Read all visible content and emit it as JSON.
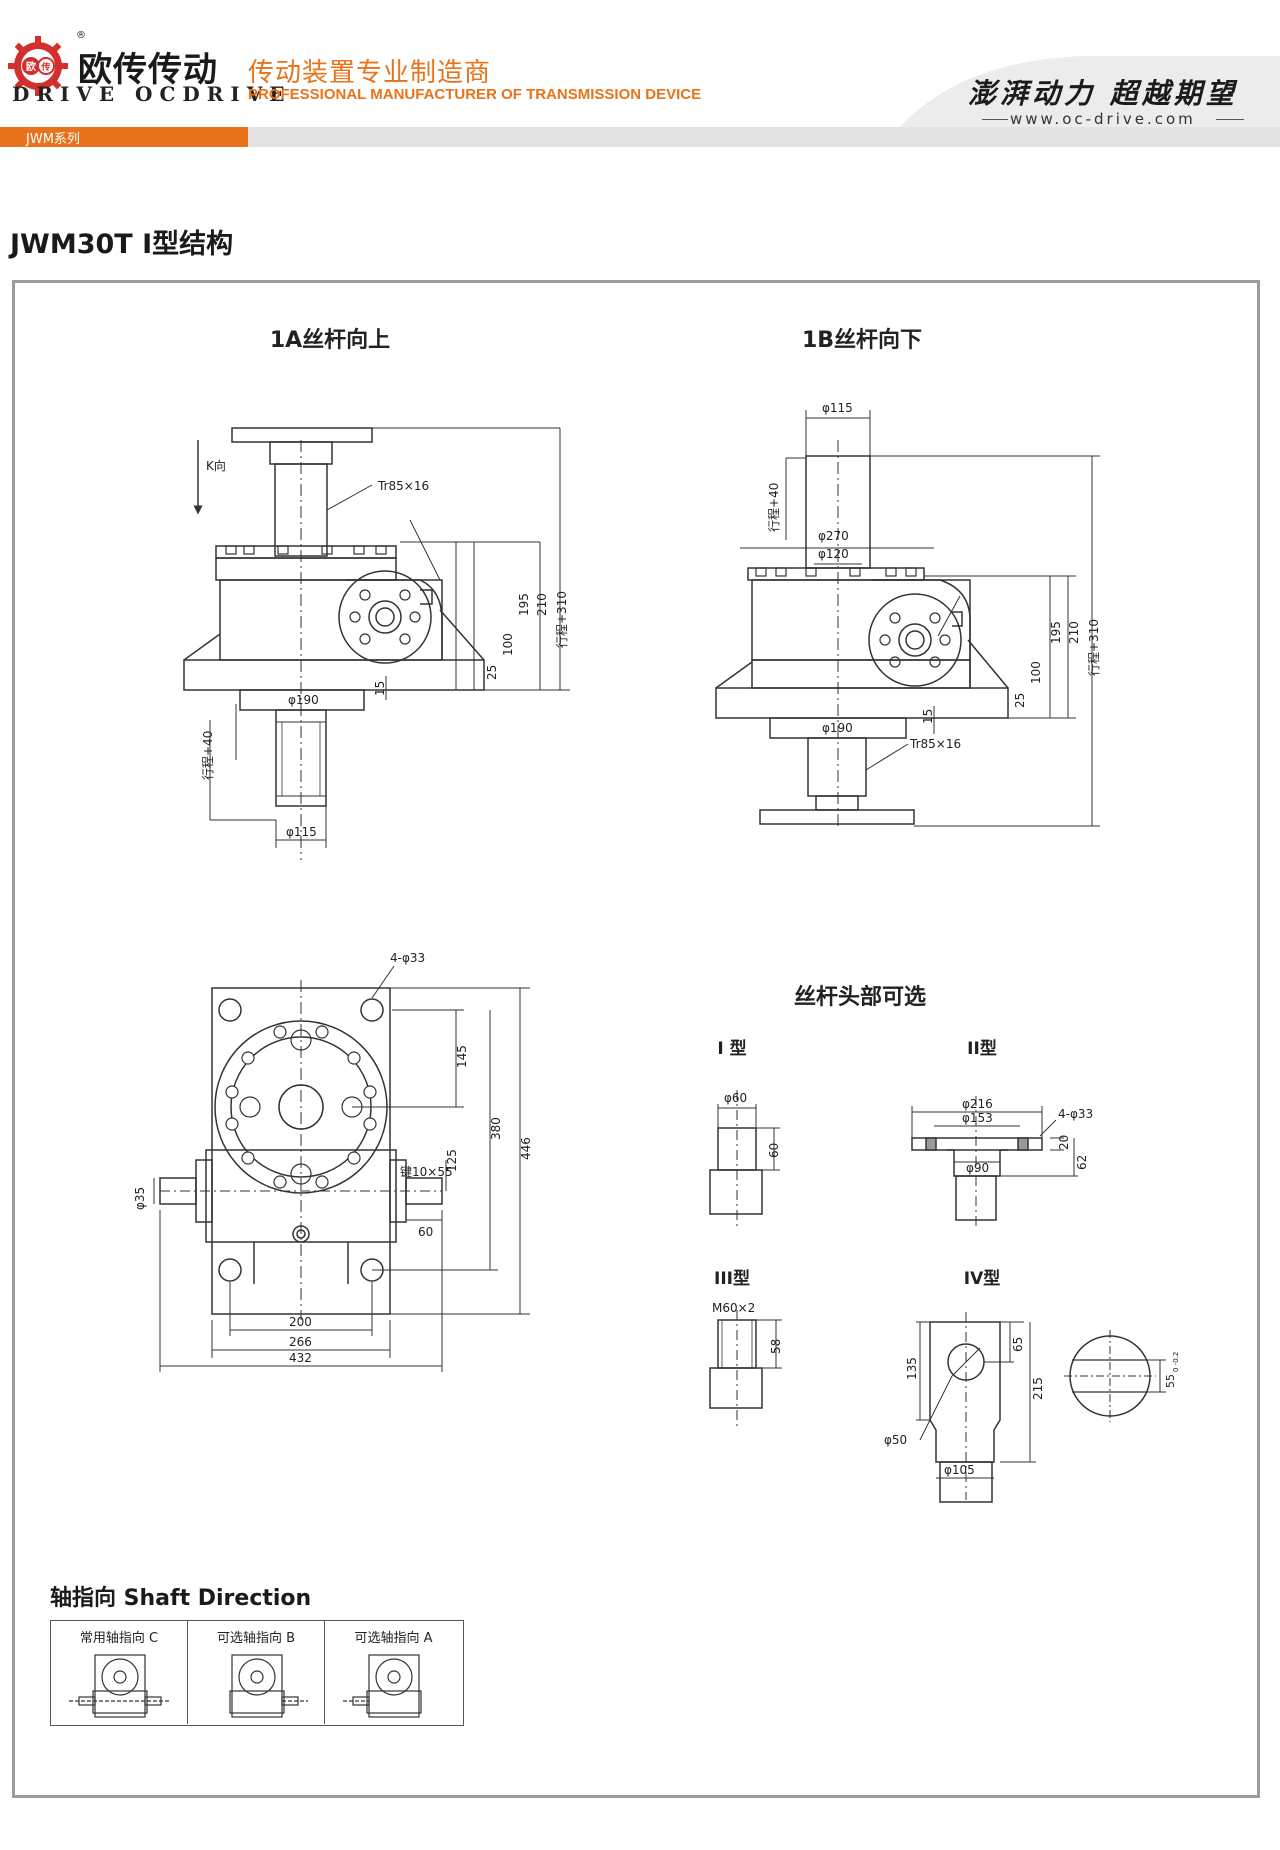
{
  "header": {
    "brand_cn": "欧传传动",
    "brand_en": "DRIVE OCDRIVE",
    "logo_glyphs": [
      "欧",
      "传"
    ],
    "registered": "®",
    "slogan_cn": "传动装置专业制造商",
    "slogan_en": "PROFESSIONAL MANUFACTURER OF TRANSMISSION DEVICE",
    "tagline": "澎湃动力 超越期望",
    "website": "www.oc-drive.com",
    "series": "JWM系列",
    "colors": {
      "accent": "#e8731a",
      "bar_gray": "#e3e3e3"
    }
  },
  "page_title": "JWM30T I型结构",
  "views": {
    "view_1a": {
      "title": "1A丝杆向上",
      "labels": {
        "k_dir": "K向",
        "thread": "Tr85×16",
        "d190": "φ190",
        "d115": "φ115",
        "stroke": "行程+40",
        "dim_195": "195",
        "dim_210": "210",
        "dim_stroke_310": "行程+310",
        "dim_100": "100",
        "dim_25": "25",
        "dim_15": "15"
      }
    },
    "view_1b": {
      "title": "1B丝杆向下",
      "labels": {
        "d115": "φ115",
        "stroke": "行程+40",
        "d270": "φ270",
        "d120": "φ120",
        "dim_195": "195",
        "dim_210": "210",
        "dim_stroke_310": "行程+310",
        "dim_100": "100",
        "dim_25": "25",
        "dim_15": "15",
        "d190": "φ190",
        "thread": "Tr85×16"
      }
    },
    "top_view": {
      "labels": {
        "holes": "4-φ33",
        "dim_145": "145",
        "dim_380": "380",
        "dim_446": "446",
        "dim_125": "125",
        "key": "键10×55",
        "dim_60": "60",
        "d35": "φ35",
        "dim_200": "200",
        "dim_266": "266",
        "dim_432": "432"
      }
    },
    "screw_head": {
      "title": "丝杆头部可选",
      "types": {
        "type_1": {
          "name": "I 型",
          "d60": "φ60",
          "len_60": "60"
        },
        "type_2": {
          "name": "II型",
          "d216": "φ216",
          "d153": "φ153",
          "holes": "4-φ33",
          "d90": "φ90",
          "h20": "20",
          "h62": "62"
        },
        "type_3": {
          "name": "III型",
          "thread": "M60×2",
          "len_58": "58"
        },
        "type_4": {
          "name": "IV型",
          "dim_135": "135",
          "dim_65": "65",
          "dim_215": "215",
          "d50": "φ50",
          "d105": "φ105",
          "dim_55": "55",
          "tol": "0\n-0.2"
        }
      }
    }
  },
  "shaft_direction": {
    "title": "轴指向 Shaft Direction",
    "options": [
      {
        "label": "常用轴指向 C"
      },
      {
        "label": "可选轴指向 B"
      },
      {
        "label": "可选轴指向 A"
      }
    ]
  }
}
